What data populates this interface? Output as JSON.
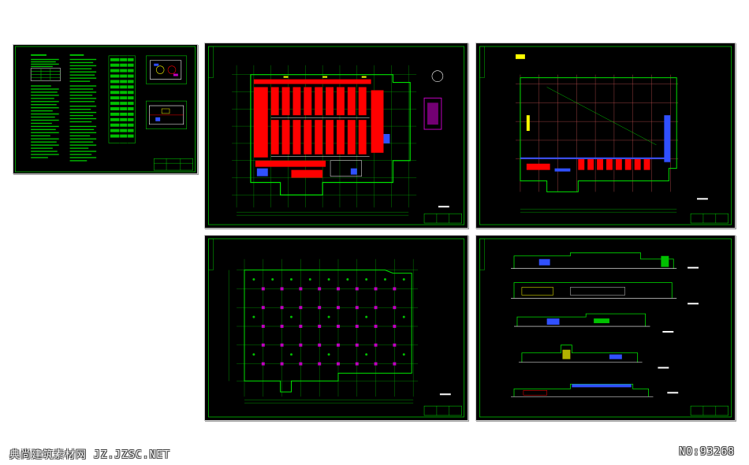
{
  "watermark": {
    "site_name": "典尚建筑素材网 JZ.JZSC.NET",
    "number": "NO:93268"
  },
  "colors": {
    "background": "#ffffff",
    "sheet": "#000000",
    "frame": "#00c000",
    "grid": "#00a000",
    "wall": "#ff0000",
    "column": "#c000c0",
    "accent": "#ffffff",
    "blue": "#3050ff",
    "yellow": "#ffff00"
  },
  "sheets": [
    {
      "id": "sheet-notes",
      "content": "design-notes"
    },
    {
      "id": "sheet-floor-plan-1",
      "content": "floor-plan-red"
    },
    {
      "id": "sheet-floor-plan-2",
      "content": "floor-plan-grid"
    },
    {
      "id": "sheet-column-plan",
      "content": "column-grid-plan"
    },
    {
      "id": "sheet-elevations",
      "content": "elevations"
    }
  ]
}
